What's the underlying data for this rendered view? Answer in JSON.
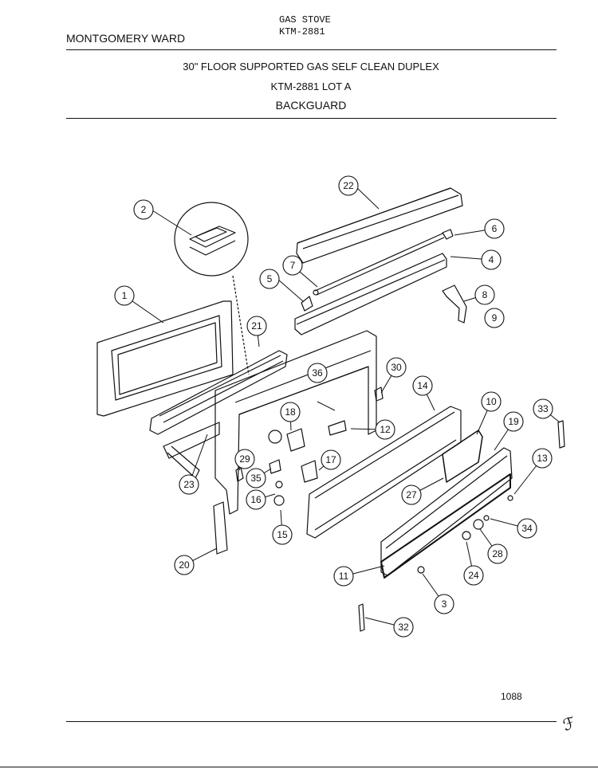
{
  "header": {
    "brand": "MONTGOMERY WARD",
    "product": "GAS STOVE",
    "model": "KTM-2881"
  },
  "titles": {
    "line1": "30\" FLOOR SUPPORTED GAS SELF CLEAN DUPLEX",
    "line2": "KTM-2881 LOT A",
    "line3": "BACKGUARD"
  },
  "footer": {
    "page_code": "1088"
  },
  "callouts": {
    "c1": "1",
    "c2": "2",
    "c3": "3",
    "c4": "4",
    "c5": "5",
    "c6": "6",
    "c7": "7",
    "c8": "8",
    "c9": "9",
    "c10": "10",
    "c11": "11",
    "c12": "12",
    "c13": "13",
    "c14": "14",
    "c15": "15",
    "c16": "16",
    "c17": "17",
    "c18": "18",
    "c19": "19",
    "c20": "20",
    "c21": "21",
    "c22": "22",
    "c23": "23",
    "c24": "24",
    "c27": "27",
    "c28": "28",
    "c29": "29",
    "c30": "30",
    "c32": "32",
    "c33": "33",
    "c34": "34",
    "c35": "35",
    "c36": "36"
  }
}
